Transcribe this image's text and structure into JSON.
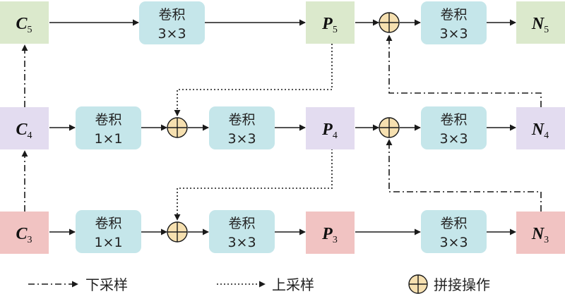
{
  "colors": {
    "c5_fill": "#dbe9cc",
    "c4_fill": "#e3dcf0",
    "c3_fill": "#f1c3c2",
    "op_fill": "#c5e6ea",
    "concat_fill": "#f6e0b0",
    "line": "#1a1a1a"
  },
  "nodes": {
    "C5": {
      "main": "C",
      "sub": "5"
    },
    "C4": {
      "main": "C",
      "sub": "4"
    },
    "C3": {
      "main": "C",
      "sub": "3"
    },
    "P5": {
      "main": "P",
      "sub": "5"
    },
    "P4": {
      "main": "P",
      "sub": "4"
    },
    "P3": {
      "main": "P",
      "sub": "3"
    },
    "N5": {
      "main": "N",
      "sub": "5"
    },
    "N4": {
      "main": "N",
      "sub": "4"
    },
    "N3": {
      "main": "N",
      "sub": "3"
    }
  },
  "ops": {
    "conv_label": "卷积",
    "k3": "3×3",
    "k1": "1×1"
  },
  "legend": {
    "downsample": "下采样",
    "upsample": "上采样",
    "concat": "拼接操作"
  },
  "icons": {
    "concat": "circle-plus-icon",
    "arrow": "arrow-right-icon"
  }
}
